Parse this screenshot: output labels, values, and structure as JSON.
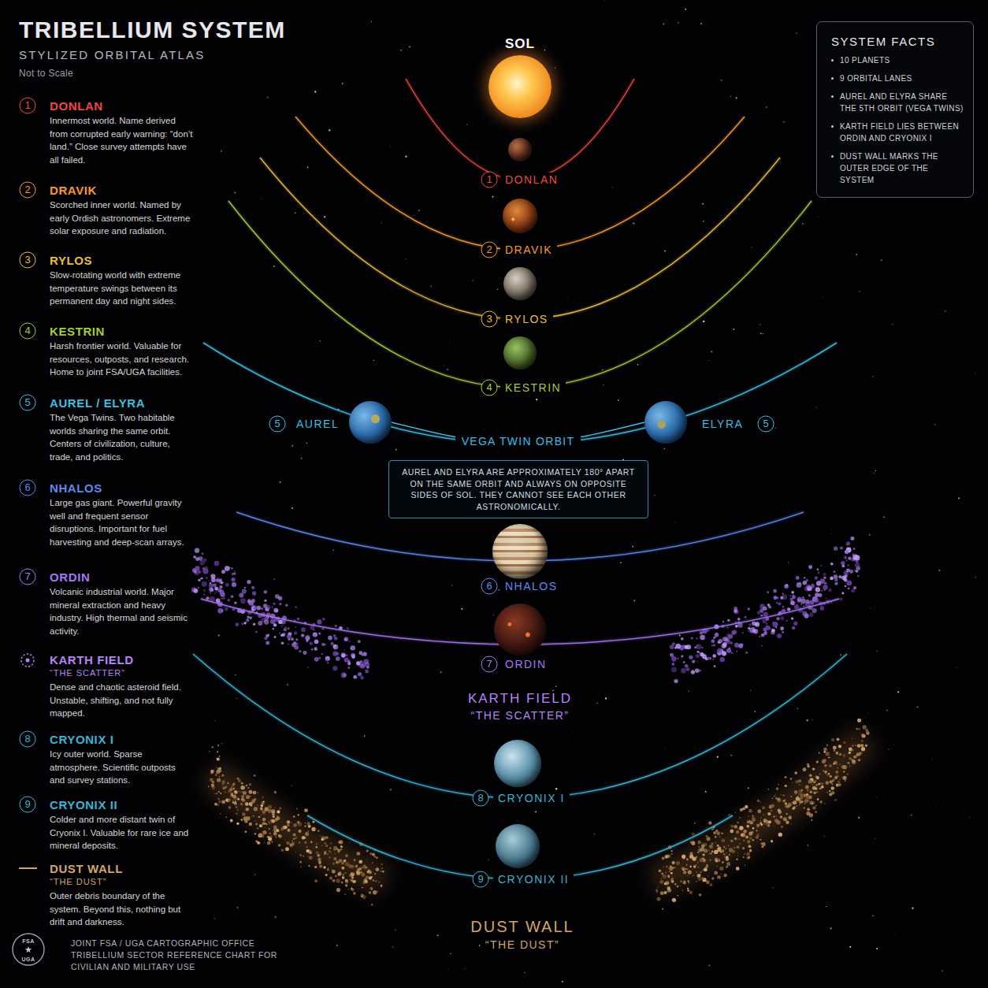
{
  "diagram": {
    "title": "TRIBELLIUM SYSTEM",
    "caption": "JOINT FSA / UGA CARTOGRAPHIC OFFICE TRIBELLIUM SECTOR REFERENCE CHART FOR CIVILIAN AND MILITARY USE",
    "nodes": [
      {
        "text": [
          "SOL"
        ]
      },
      {
        "text": [
          "SYSTEM FACTS",
          "10 PLANETS",
          "9 ORBITAL LANES",
          "AUREL AND ELYRA SHARE THE 5TH ORBIT (VEGA TWINS)",
          "KARTH FIELD LIES BETWEEN ORDIN AND CRYONIX I",
          "DUST WALL MARKS THE OUTER EDGE OF THE SYSTEM"
        ]
      },
      {
        "text": [
          "DONLAN"
        ]
      },
      {
        "text": [
          "DRAVIK"
        ]
      },
      {
        "text": [
          "RYLOS"
        ]
      },
      {
        "text": [
          "KESTRIN"
        ]
      },
      {
        "text": [
          "AUREL"
        ]
      },
      {
        "text": [
          "ELYRA"
        ]
      },
      {
        "text": [
          "AUREL AND ELYRA ARE APPROXIMATELY 180° APART ON THE SAME ORBIT AND ALWAYS ON OPPOSITE SIDES OF SOL. THEY CANNOT SEE EACH OTHER ASTRONOMICALLY."
        ]
      },
      {
        "text": [
          "NHALOS"
        ]
      },
      {
        "text": [
          "ORDIN"
        ]
      },
      {
        "text": [
          "CRYONIX I"
        ]
      },
      {
        "text": [
          "CRYONIX II"
        ]
      }
    ],
    "edges": [
      {
        "from": 6,
        "to": 7,
        "arrow": "none",
        "label": "VEGA TWIN ORBIT"
      }
    ],
    "labels": [
      "STYLIZED ORBITAL ATLAS",
      "Not to Scale",
      "1",
      "DONLAN",
      "Innermost world. Name derived from corrupted early warning: “don’t land.” Close survey attempts have all failed.",
      "2",
      "DRAVIK",
      "Scorched inner world. Named by early Ordish astronomers. Extreme solar exposure and radiation.",
      "3",
      "RYLOS",
      "Slow-rotating world with extreme temperature swings between its permanent day and night sides.",
      "4",
      "KESTRIN",
      "Harsh frontier world. Valuable for resources, outposts, and research. Home to joint FSA/UGA facilities.",
      "5",
      "AUREL / ELYRA",
      "The Vega Twins. Two habitable worlds sharing the same orbit. Centers of civilization, culture, trade, and politics.",
      "6",
      "NHALOS",
      "Large gas giant. Powerful gravity well and frequent sensor disruptions. Important for fuel harvesting and deep-scan arrays.",
      "7",
      "ORDIN",
      "Volcanic industrial world. Major mineral extraction and heavy industry. High thermal and seismic activity.",
      "KARTH FIELD",
      "“THE SCATTER”",
      "Dense and chaotic asteroid field. Unstable, shifting, and not fully mapped.",
      "8",
      "CRYONIX I",
      "Icy outer world. Sparse atmosphere. Scientific outposts and survey stations.",
      "9",
      "CRYONIX II",
      "Colder and more distant twin of Cryonix I. Valuable for rare ice and mineral deposits.",
      "DUST WALL",
      "“THE DUST”",
      "Outer debris boundary of the system. Beyond this, nothing but drift and darkness.",
      "FSA",
      "UGA",
      "1",
      "2",
      "3",
      "4",
      "5",
      "5",
      "6",
      "7",
      "KARTH FIELD",
      "“THE SCATTER”",
      "8",
      "9",
      "DUST WALL",
      "“THE DUST”"
    ]
  }
}
